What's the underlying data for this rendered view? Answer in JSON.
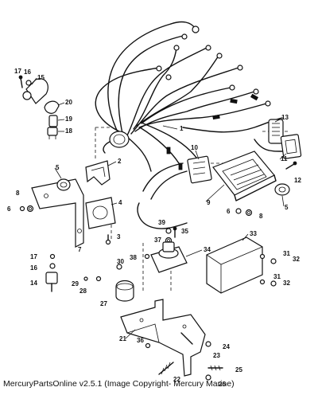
{
  "caption": "MercuryPartsOnline v2.5.1 (Image Copyright- Mercury Marine)",
  "callouts": [
    "1",
    "2",
    "3",
    "4",
    "5",
    "5",
    "6",
    "6",
    "7",
    "8",
    "8",
    "9",
    "10",
    "11",
    "12",
    "13",
    "14",
    "15",
    "16",
    "16",
    "17",
    "17",
    "18",
    "19",
    "20",
    "21",
    "22",
    "23",
    "24",
    "25",
    "26",
    "27",
    "28",
    "29",
    "30",
    "31",
    "31",
    "32",
    "32",
    "33",
    "34",
    "35",
    "36",
    "37",
    "38",
    "39"
  ]
}
